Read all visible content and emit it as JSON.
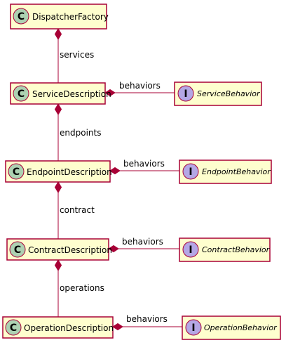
{
  "colors": {
    "box_fill": "#FEFECE",
    "box_border": "#A80036",
    "class_circle": "#ADD1B2",
    "interface_circle": "#B4A7E5",
    "line": "#A80036"
  },
  "nodes": {
    "dispatcher_factory": {
      "stereotype": "C",
      "name": "DispatcherFactory"
    },
    "service_description": {
      "stereotype": "C",
      "name": "ServiceDescription"
    },
    "service_behavior": {
      "stereotype": "I",
      "name": "ServiceBehavior"
    },
    "endpoint_description": {
      "stereotype": "C",
      "name": "EndpointDescription"
    },
    "endpoint_behavior": {
      "stereotype": "I",
      "name": "EndpointBehavior"
    },
    "contract_description": {
      "stereotype": "C",
      "name": "ContractDescription"
    },
    "contract_behavior": {
      "stereotype": "I",
      "name": "ContractBehavior"
    },
    "operation_description": {
      "stereotype": "C",
      "name": "OperationDescription"
    },
    "operation_behavior": {
      "stereotype": "I",
      "name": "OperationBehavior"
    }
  },
  "edges": {
    "services": "services",
    "service_behaviors": "behaviors",
    "endpoints": "endpoints",
    "endpoint_behaviors": "behaviors",
    "contract": "contract",
    "contract_behaviors": "behaviors",
    "operations": "operations",
    "operation_behaviors": "behaviors"
  }
}
